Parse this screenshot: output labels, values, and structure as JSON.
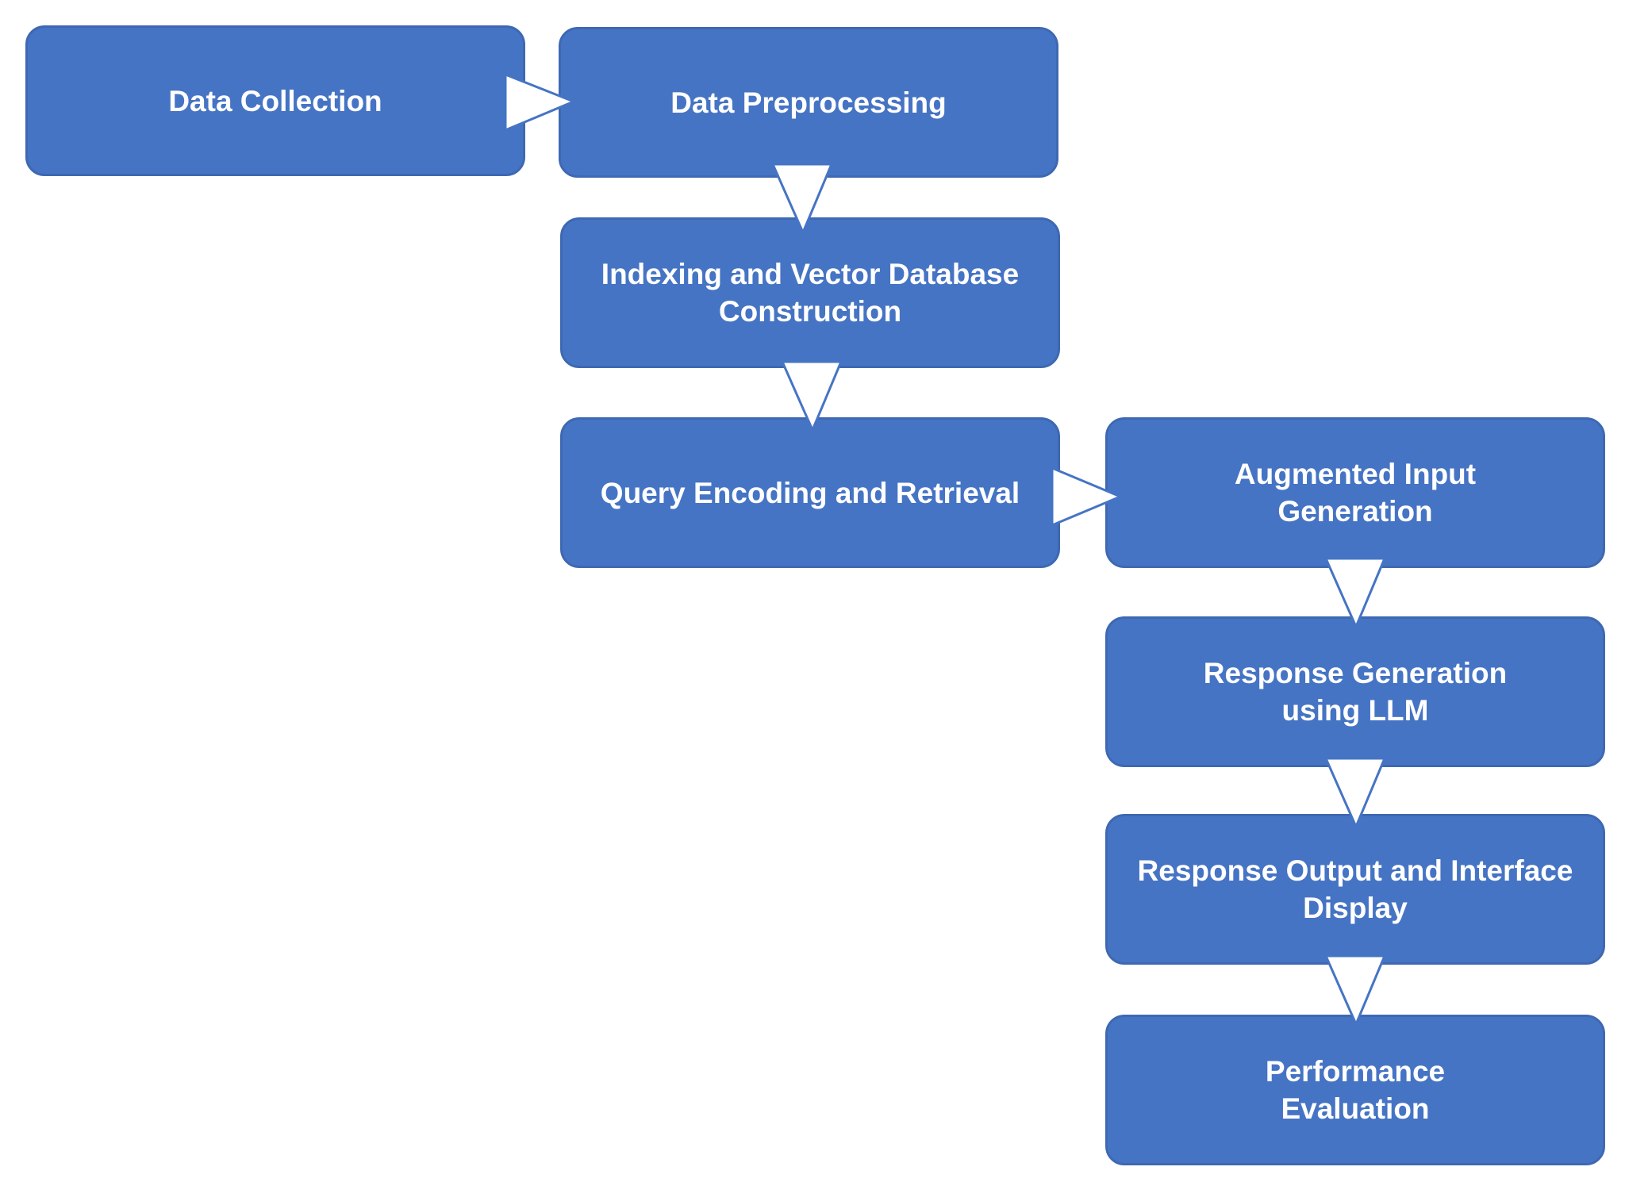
{
  "diagram": {
    "boxes": {
      "data_collection": "Data Collection",
      "data_preprocessing": "Data Preprocessing",
      "indexing_line1": "Indexing and Vector Database",
      "indexing_line2": "Construction",
      "query_encoding": "Query Encoding and Retrieval",
      "augmented_line1": "Augmented Input",
      "augmented_line2": "Generation",
      "response_gen_line1": "Response Generation",
      "response_gen_line2": "using LLM",
      "response_output_line1": "Response Output and Interface",
      "response_output_line2": "Display",
      "performance_line1": "Performance",
      "performance_line2": "Evaluation"
    },
    "colors": {
      "box_fill": "#4674c4",
      "box_border": "#3e68b2",
      "arrow_fill": "#ffffff",
      "arrow_stroke": "#4674c4",
      "text": "#ffffff"
    }
  }
}
